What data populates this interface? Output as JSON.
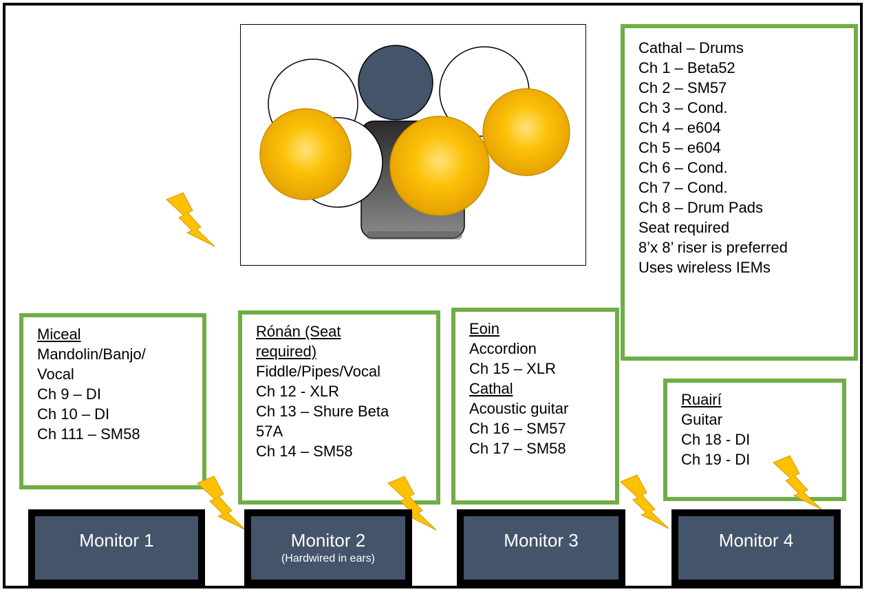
{
  "drums_box": {
    "lines": [
      "Cathal – Drums",
      "Ch 1 – Beta52",
      "Ch 2 – SM57",
      "Ch 3 – Cond.",
      "Ch 4 – e604",
      "Ch 5 – e604",
      "Ch 6 – Cond.",
      "Ch 7 – Cond.",
      "Ch 8 – Drum Pads",
      "Seat required",
      "8’x 8’ riser is preferred",
      "Uses wireless IEMs"
    ]
  },
  "miceal_box": {
    "name": "Miceal",
    "lines": [
      "Mandolin/Banjo/",
      "Vocal",
      "Ch 9 – DI",
      "Ch 10 – DI",
      "Ch 111 – SM58"
    ]
  },
  "ronan_box": {
    "name_line1": "Rónán (Seat",
    "name_line2": "required)",
    "lines": [
      "Fiddle/Pipes/Vocal",
      "Ch 12 - XLR",
      "Ch 13 – Shure Beta",
      "57A",
      "Ch 14 – SM58"
    ]
  },
  "eoin_box": {
    "name": "Eoin",
    "lines": [
      "Accordion",
      "Ch 15 – XLR"
    ],
    "name2": "Cathal",
    "lines2": [
      "Acoustic guitar",
      "Ch 16 – SM57",
      "Ch 17 – SM58"
    ]
  },
  "ruairi_box": {
    "name": "Ruairí",
    "lines": [
      "Guitar",
      "Ch 18 - DI",
      "Ch 19 - DI"
    ]
  },
  "monitors": [
    {
      "label": "Monitor 1",
      "sub": ""
    },
    {
      "label": "Monitor 2",
      "sub": "(Hardwired in ears)"
    },
    {
      "label": "Monitor 3",
      "sub": ""
    },
    {
      "label": "Monitor 4",
      "sub": ""
    }
  ],
  "colors": {
    "box_border": "#70ad47",
    "monitor_fill": "#44546a",
    "cymbal_gold": "#f5b400",
    "power_bolt": "#ffc000"
  },
  "icons": [
    "drum-kit-icon",
    "lightning-bolt-icon"
  ]
}
